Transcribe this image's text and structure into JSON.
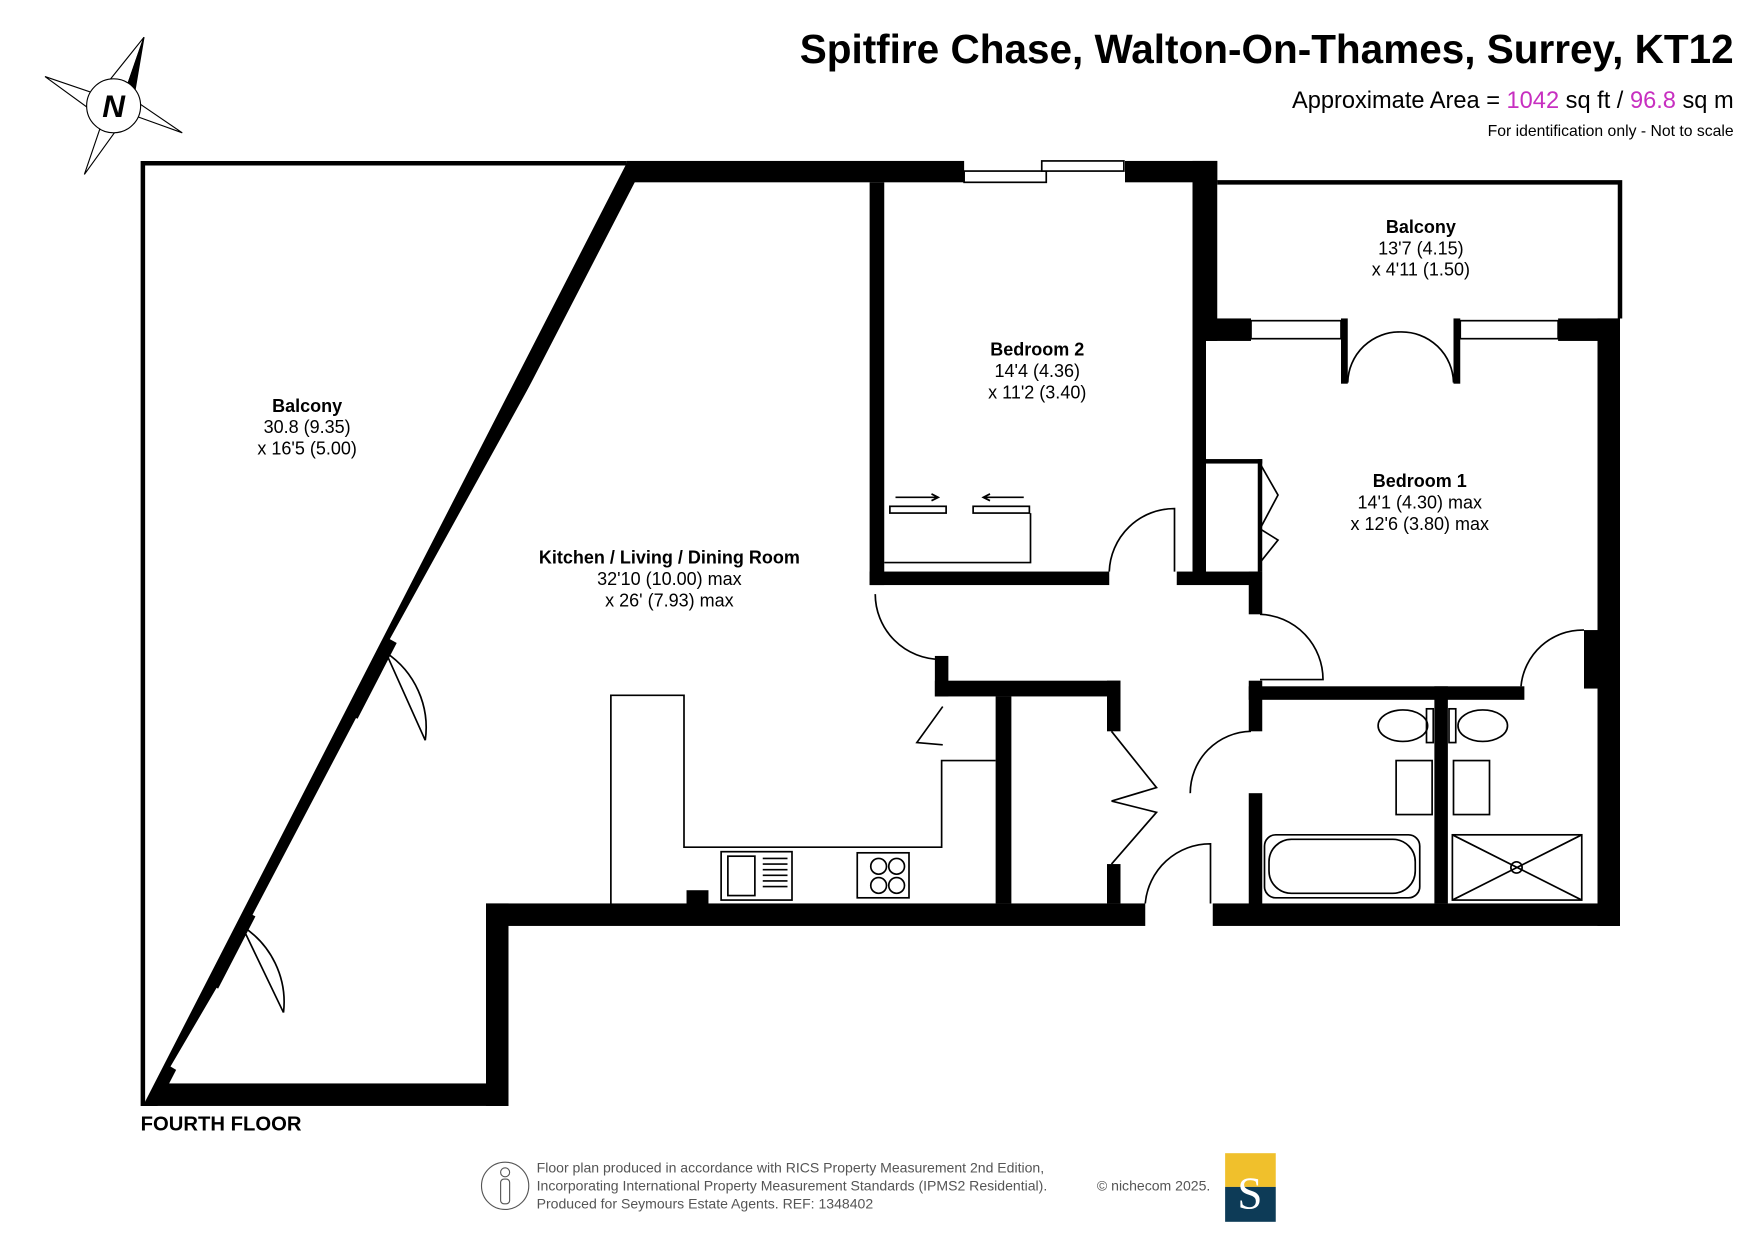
{
  "header": {
    "title": "Spitfire Chase, Walton-On-Thames, Surrey, KT12",
    "area_prefix": "Approximate Area = ",
    "area_sqft": "1042",
    "area_sqft_unit": " sq ft / ",
    "area_sqm": "96.8",
    "area_sqm_unit": " sq m",
    "disclaimer": "For identification only - Not to scale"
  },
  "compass": {
    "label": "N"
  },
  "rooms": [
    {
      "name": "Balcony",
      "dim1": "30.8 (9.35)",
      "dim2": "x 16'5 (5.00)"
    },
    {
      "name": "Kitchen / Living / Dining Room",
      "dim1": "32'10 (10.00) max",
      "dim2": "x 26' (7.93)  max"
    },
    {
      "name": "Bedroom 2",
      "dim1": "14'4 (4.36)",
      "dim2": "x 11'2 (3.40)"
    },
    {
      "name": "Balcony",
      "dim1": "13'7 (4.15)",
      "dim2": "x 4'11 (1.50)"
    },
    {
      "name": "Bedroom 1",
      "dim1": "14'1 (4.30) max",
      "dim2": "x 12'6 (3.80) max"
    }
  ],
  "floor_label": "FOURTH FLOOR",
  "footer": {
    "line1": "Floor plan produced in accordance with RICS Property Measurement 2nd Edition,",
    "line2": "Incorporating International Property Measurement Standards (IPMS2 Residential).",
    "copyright": "© nichecom 2025.",
    "line3": "Produced for Seymours Estate Agents.   REF: 1348402",
    "logo_letter": "S"
  },
  "colors": {
    "accent": "#c72fc0",
    "logo_top": "#f0c02c",
    "logo_bottom": "#0d3b57",
    "wall": "#000000"
  }
}
